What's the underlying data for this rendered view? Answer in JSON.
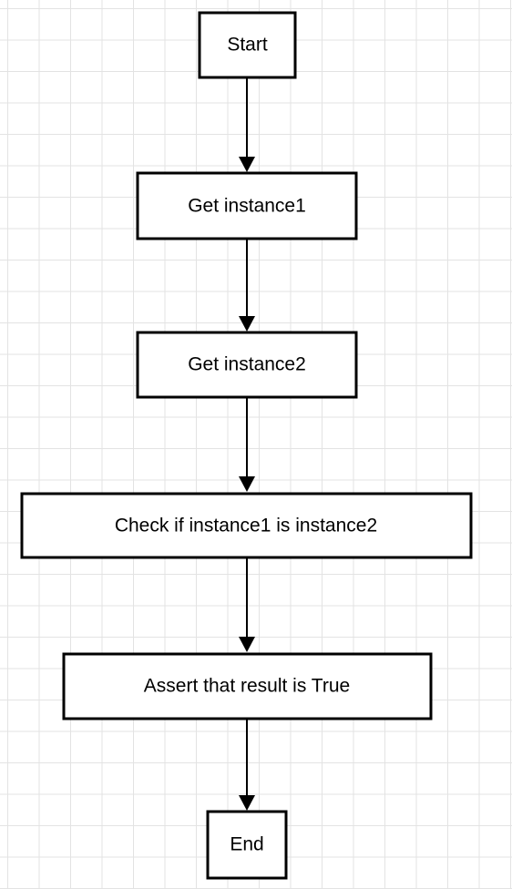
{
  "flowchart": {
    "nodes": [
      {
        "id": "start",
        "label": "Start"
      },
      {
        "id": "get1",
        "label": "Get instance1"
      },
      {
        "id": "get2",
        "label": "Get instance2"
      },
      {
        "id": "check",
        "label": "Check if instance1 is instance2"
      },
      {
        "id": "assert",
        "label": "Assert that result is True"
      },
      {
        "id": "end",
        "label": "End"
      }
    ],
    "edges": [
      {
        "from": "start",
        "to": "get1"
      },
      {
        "from": "get1",
        "to": "get2"
      },
      {
        "from": "get2",
        "to": "check"
      },
      {
        "from": "check",
        "to": "assert"
      },
      {
        "from": "assert",
        "to": "end"
      }
    ]
  },
  "colors": {
    "background": "#ffffff",
    "grid": "#e3e3e3",
    "stroke": "#000000"
  }
}
